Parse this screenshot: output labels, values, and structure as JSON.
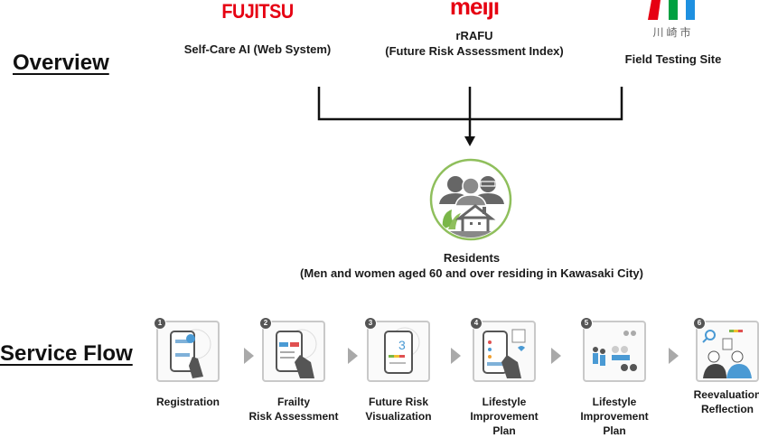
{
  "overview": {
    "title": "Overview",
    "partners": [
      {
        "logo_text": "FUJITSU",
        "label": "Self-Care AI (Web System)",
        "brand_color": "#e60012"
      },
      {
        "logo_text": "meiji",
        "label_line1": "rRAFU",
        "label_line2": "(Future Risk Assessment Index)",
        "brand_color": "#e60012"
      },
      {
        "logo_text": "川崎市",
        "label": "Field Testing Site",
        "logo_colors": [
          "#e60012",
          "#00a040",
          "#1e90e0"
        ]
      }
    ],
    "target": {
      "icon": "residents-icon",
      "label_line1": "Residents",
      "label_line2": "(Men and women aged 60 and over residing in Kawasaki City)",
      "accent_color": "#7ab648"
    }
  },
  "service_flow": {
    "title": "Service Flow",
    "steps": [
      {
        "number": "1",
        "icon": "registration-phone-icon",
        "label_line1": "Registration",
        "label_line2": "",
        "label_line3": ""
      },
      {
        "number": "2",
        "icon": "frailty-assessment-phone-icon",
        "label_line1": "Frailty",
        "label_line2": "Risk Assessment",
        "label_line3": ""
      },
      {
        "number": "3",
        "icon": "risk-visualization-phone-icon",
        "label_line1": "Future Risk",
        "label_line2": "Visualization",
        "label_line3": ""
      },
      {
        "number": "4",
        "icon": "lifestyle-plan-phone-icon",
        "label_line1": "Lifestyle",
        "label_line2": "Improvement",
        "label_line3": "Plan"
      },
      {
        "number": "5",
        "icon": "community-activity-icon",
        "label_line1": "Lifestyle",
        "label_line2": "Improvement",
        "label_line3": "Plan"
      },
      {
        "number": "6",
        "icon": "reevaluation-icon",
        "label_line1": "Reevaluation",
        "label_line2": "Reflection",
        "label_line3": ""
      }
    ]
  }
}
